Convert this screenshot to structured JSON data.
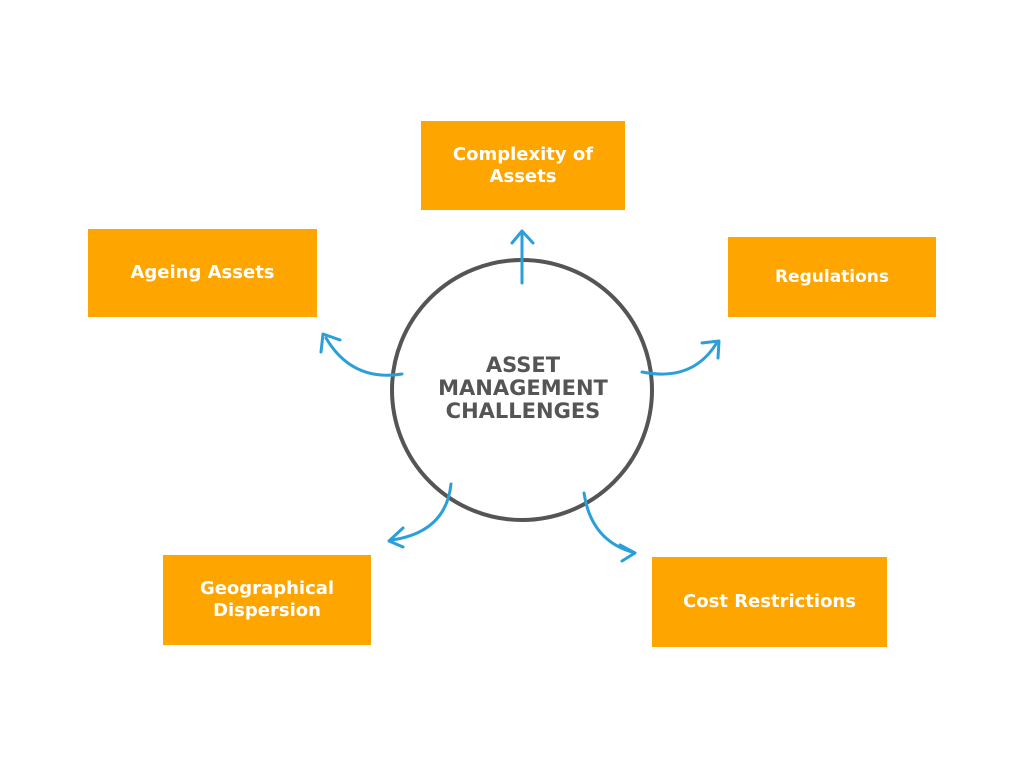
{
  "hub": {
    "title_lines": [
      "ASSET",
      "MANAGEMENT",
      "CHALLENGES"
    ],
    "stroke_color": "#555555"
  },
  "nodes": [
    {
      "id": "complexity",
      "lines": [
        "Complexity of",
        "Assets"
      ]
    },
    {
      "id": "ageing",
      "lines": [
        "Ageing Assets"
      ]
    },
    {
      "id": "regulations",
      "lines": [
        "Regulations"
      ]
    },
    {
      "id": "geographical",
      "lines": [
        "Geographical",
        "Dispersion"
      ]
    },
    {
      "id": "cost",
      "lines": [
        "Cost Restrictions"
      ]
    }
  ],
  "colors": {
    "box_fill": "#ffa500",
    "box_text": "#ffffff",
    "arrow": "#2a9fd8",
    "hub_text": "#555555"
  }
}
